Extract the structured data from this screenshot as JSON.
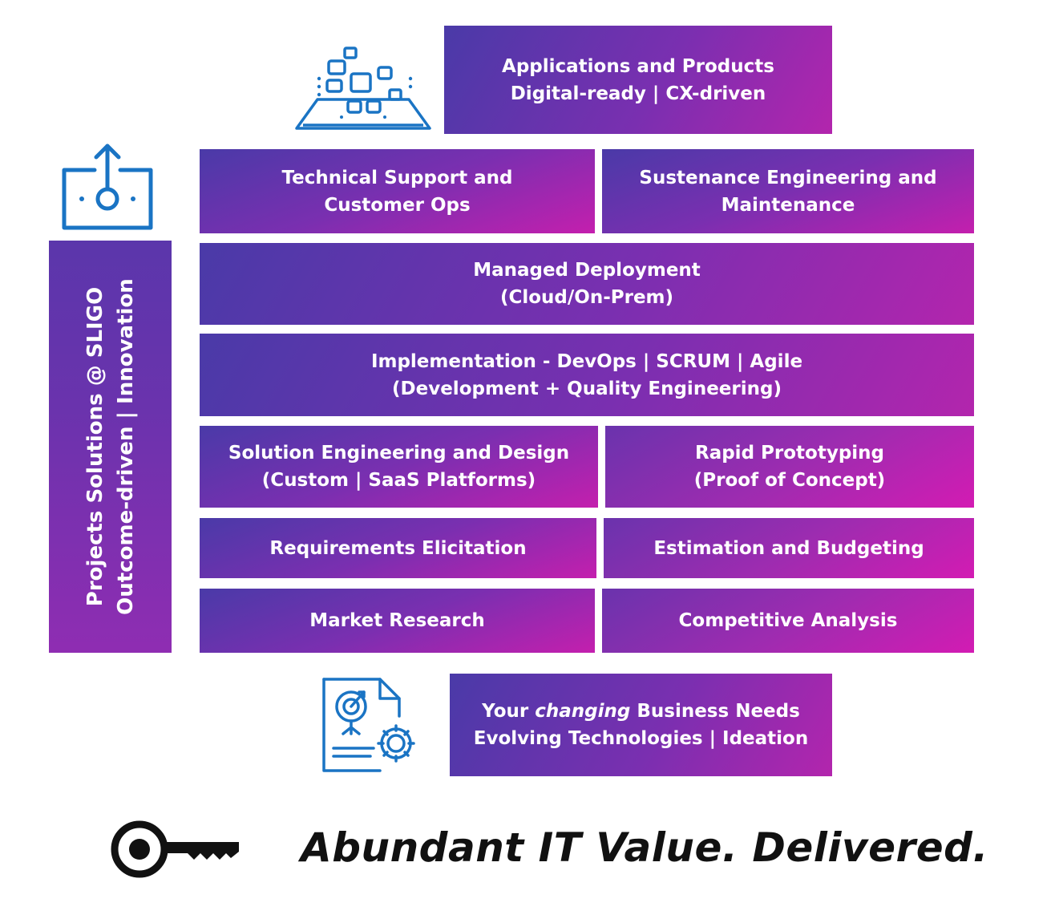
{
  "top": {
    "line1": "Applications and Products",
    "line2": "Digital-ready | CX-driven"
  },
  "rows": {
    "tech_support": {
      "line1": "Technical Support and",
      "line2": "Customer Ops"
    },
    "sustenance": {
      "line1": "Sustenance Engineering and",
      "line2": "Maintenance"
    },
    "managed": {
      "line1": "Managed Deployment",
      "line2": "(Cloud/On-Prem)"
    },
    "implementation": {
      "line1": "Implementation - DevOps | SCRUM | Agile",
      "line2": "(Development + Quality Engineering)"
    },
    "solution": {
      "line1": "Solution Engineering and Design",
      "line2": "(Custom | SaaS Platforms)"
    },
    "prototyping": {
      "line1": "Rapid Prototyping",
      "line2": "(Proof of Concept)"
    },
    "requirements": {
      "line1": "Requirements Elicitation"
    },
    "estimation": {
      "line1": "Estimation and Budgeting"
    },
    "market": {
      "line1": "Market Research"
    },
    "competitive": {
      "line1": "Competitive Analysis"
    }
  },
  "side": {
    "line1": "Projects Solutions @ SLIGO",
    "line2": "Outcome-driven | Innovation"
  },
  "bottom": {
    "pre": "Your",
    "em": "changing",
    "post": "Business Needs",
    "line2": "Evolving Technologies | Ideation"
  },
  "tagline": "Abundant IT Value. Delivered.",
  "colors": {
    "icon_blue": "#1a74c4",
    "gradient_start": "#4a3aa8",
    "gradient_end": "#c41fae"
  },
  "icons": [
    "apps-platform-icon",
    "upload-box-icon",
    "document-gear-icon",
    "key-icon"
  ]
}
